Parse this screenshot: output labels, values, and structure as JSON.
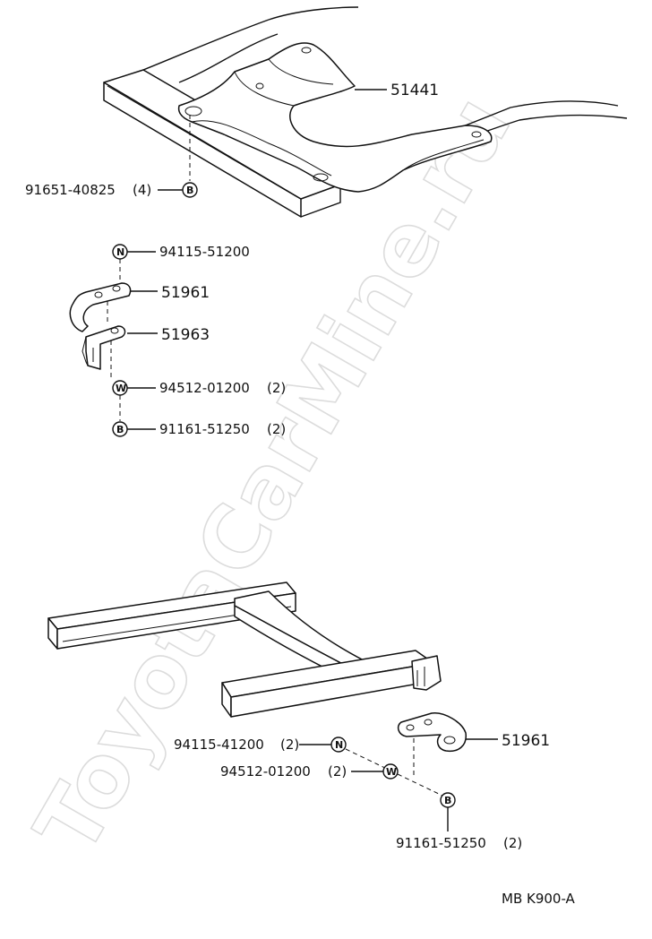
{
  "watermark": "ToyotaCarMine.ru",
  "diagram_code": "MB K900-A",
  "callouts": {
    "p51441": "51441",
    "p91651": "91651-40825",
    "p91651_qty": "(4)",
    "p94115_top": "94115-51200",
    "p51961_top": "51961",
    "p51963": "51963",
    "p94512_top": "94512-01200",
    "p94512_top_qty": "(2)",
    "p91161_top": "91161-51250",
    "p91161_top_qty": "(2)",
    "p94115_bot": "94115-41200",
    "p94115_bot_qty": "(2)",
    "p94512_bot": "94512-01200",
    "p94512_bot_qty": "(2)",
    "p51961_bot": "51961",
    "p91161_bot": "91161-51250",
    "p91161_bot_qty": "(2)"
  },
  "symbols": {
    "bolt": "B",
    "nut": "N",
    "washer": "W"
  }
}
